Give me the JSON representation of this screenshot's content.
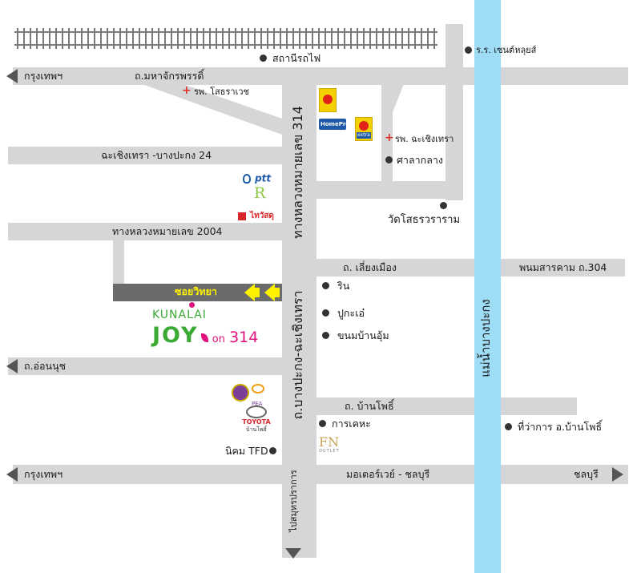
{
  "roads": {
    "maha": "ถ.มหาจักรพรรดิ์",
    "bkk_top": "กรุงเทพฯ",
    "chach24": "ฉะเชิงเทรา -บางปะกง 24",
    "hw2004": "ทางหลวงหมายเลข 2004",
    "soi": "ซอยวิทยา",
    "onnut": "ถ.อ่อนนุช",
    "hw314": "ทางหลวงหมายเลข 314",
    "bpk_ccs": "ถ.บางปะกง-ฉะเชิงเทรา",
    "to_samut": "ไปสมุทรปราการ",
    "liang": "ถ. เลี่ยงเมือง",
    "phanom": "พนมสารคาม ถ.304",
    "banpho": "ถ. บ้านโพธิ์",
    "motorway": "มอเตอร์เวย์ - ชลบุรี",
    "bkk_bottom": "กรุงเทพฯ",
    "chonburi": "ชลบุรี",
    "river": "แม่น้ำบางปะกง"
  },
  "places": {
    "station": "สถานีรถไฟ",
    "school": "ร.ร. เซนต์หลุยส์",
    "sothorn": "รพ. โสธราเวช",
    "chach_hosp": "รพ. ฉะเชิงเทรา",
    "sala": "ศาลากลาง",
    "wat": "วัดโสธรวราราม",
    "rin": "ริน",
    "pukae": "ปูกะเอ๋",
    "khanom": "ขนมบ้านอุ้ม",
    "karkeha": "การเคหะ",
    "banpho_office": "ที่ว่าการ อ.บ้านโพธิ์",
    "tfd": "นิคม TFD"
  },
  "logos": {
    "ptt": "ptt",
    "thaiwatsadu": "ไทวัสดุ",
    "homepro": "HomePro",
    "extra": "extra",
    "pea": "PEA",
    "toyota": "TOYOTA",
    "toyota_sub": "บ้านโพธิ์",
    "fn": "FN",
    "fn_sub": "OUTLET",
    "kunalai": "KUNALAI",
    "joy": "JOY",
    "on": "on",
    "n314": "314"
  },
  "colors": {
    "road": "#d5d6d8",
    "soi": "#6b6b6b",
    "river": "#9fdcf6",
    "arrow": "#fff200",
    "soi_text": "#fff200",
    "accent": "#e1147e",
    "joy_green": "#3aaa35"
  }
}
